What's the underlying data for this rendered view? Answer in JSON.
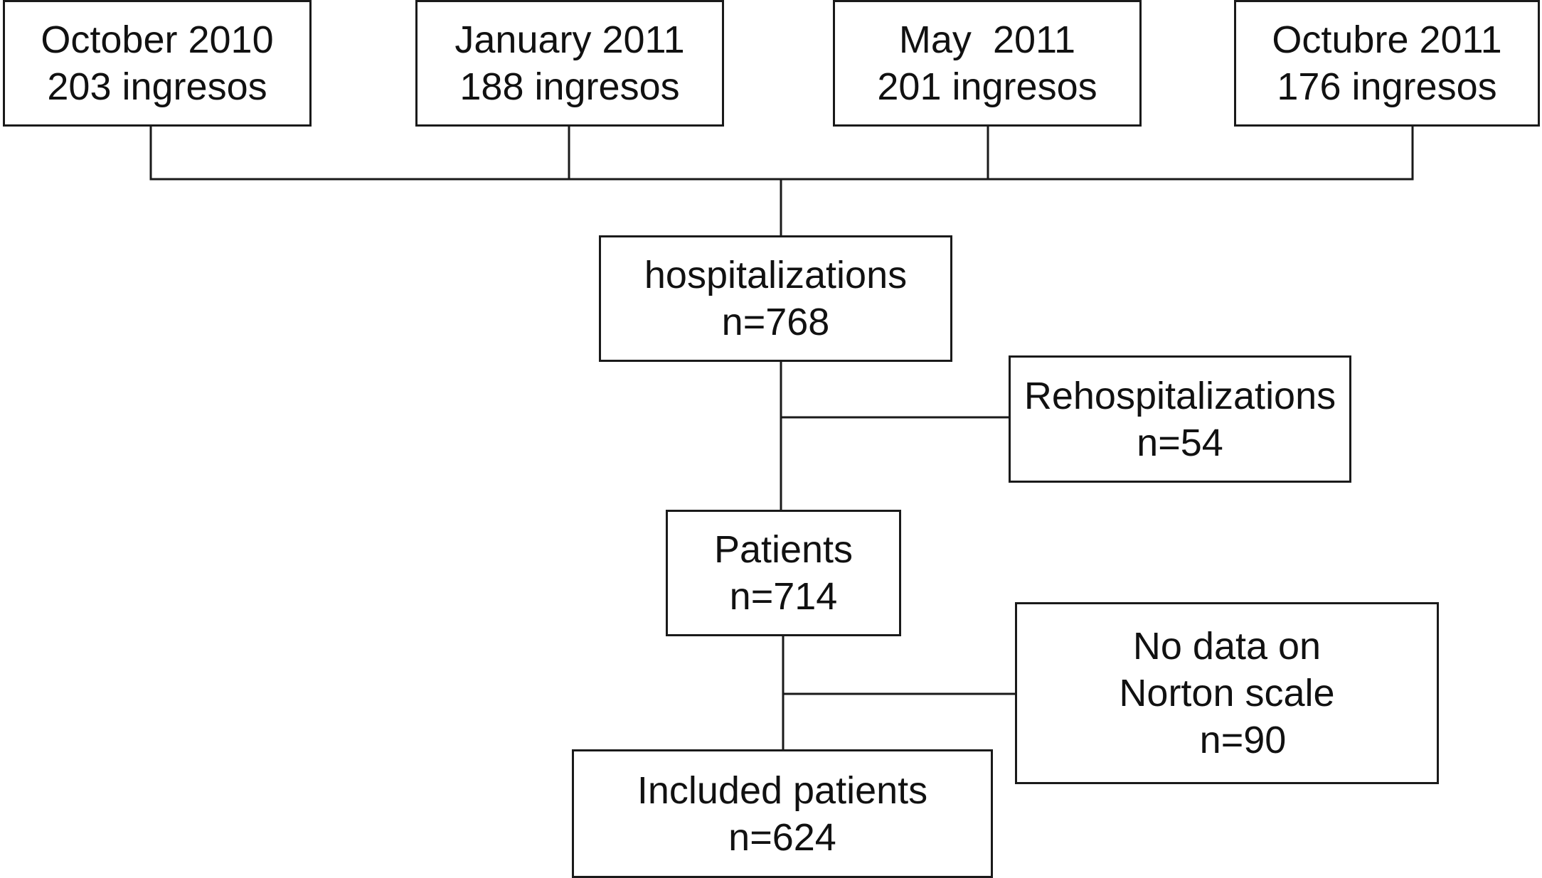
{
  "period_boxes": [
    {
      "period": "October 2010",
      "count": "203 ingresos"
    },
    {
      "period": "January 2011",
      "count": "188 ingresos"
    },
    {
      "period": "May  2011",
      "count": "201 ingresos"
    },
    {
      "period": "Octubre 2011",
      "count": "176 ingresos"
    }
  ],
  "hospitalizations": {
    "label": "hospitalizations",
    "count": "n=768"
  },
  "rehospitalizations": {
    "label": "Rehospitalizations",
    "count": "n=54"
  },
  "patients": {
    "label": "Patients",
    "count": "n=714"
  },
  "no_data": {
    "line1": "No data on",
    "line2": "Norton scale",
    "count": "   n=90"
  },
  "included": {
    "label": "Included patients",
    "count": "n=624"
  }
}
